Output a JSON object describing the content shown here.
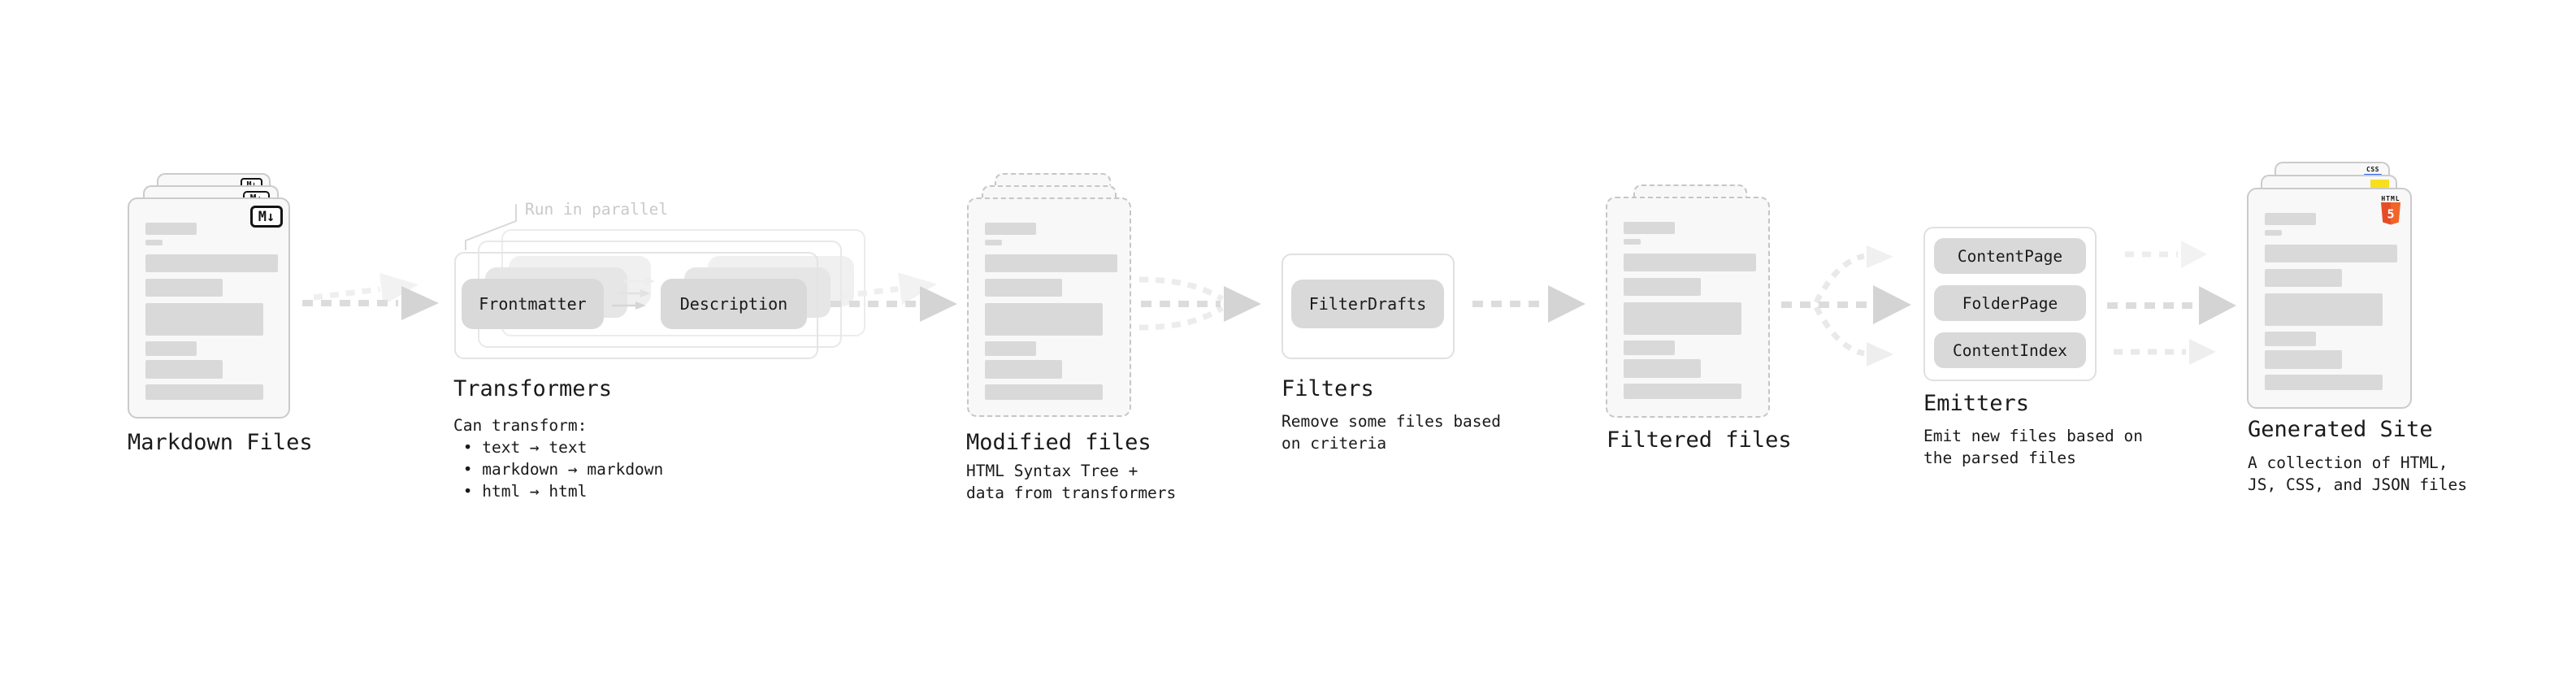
{
  "stages": {
    "markdown_files": {
      "title": "Markdown Files",
      "badge": "M↓"
    },
    "transformers": {
      "title": "Transformers",
      "annotation": "Run in parallel",
      "pills": [
        "Frontmatter",
        "Description"
      ],
      "description": "Can transform:\n • text → text\n • markdown → markdown\n • html → html"
    },
    "modified_files": {
      "title": "Modified files",
      "description": "HTML Syntax Tree +\ndata from transformers"
    },
    "filters": {
      "title": "Filters",
      "pills": [
        "FilterDrafts"
      ],
      "description": "Remove some files based\non criteria"
    },
    "filtered_files": {
      "title": "Filtered files"
    },
    "emitters": {
      "title": "Emitters",
      "pills": [
        "ContentPage",
        "FolderPage",
        "ContentIndex"
      ],
      "description": "Emit new files based on\nthe parsed files"
    },
    "generated_site": {
      "title": "Generated Site",
      "description": "A collection of HTML,\nJS, CSS, and JSON files",
      "badges": {
        "css": "CSS",
        "html_label": "HTML",
        "html_number": "5"
      }
    }
  },
  "colors": {
    "html5_orange": "#e44d26",
    "html5_orange_light": "#f16529",
    "css_blue": "#2965f1",
    "js_yellow": "#f7df1e",
    "pill_gray": "#d9d9d9",
    "arrow_gray": "#dcdcdc",
    "text_dark": "#1a1a1a"
  }
}
